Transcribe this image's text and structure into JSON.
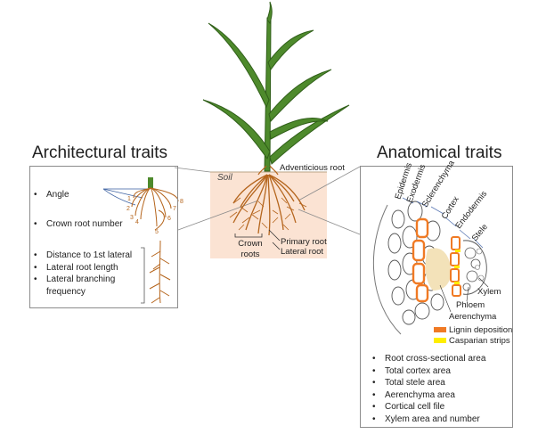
{
  "headings": {
    "architectural": "Architectural traits",
    "anatomical": "Anatomical traits"
  },
  "architectural_panel": {
    "angle": "Angle",
    "crown_root_number": "Crown root number",
    "lateral_traits": [
      "Distance to 1st lateral",
      "Lateral root length",
      "Lateral branching frequency"
    ],
    "root_numbers": [
      "1",
      "2",
      "3",
      "4",
      "5",
      "6",
      "7",
      "8"
    ]
  },
  "center": {
    "soil": "Soil",
    "adventicious_root": "Adventicious root",
    "crown_roots": "Crown roots",
    "primary_root": "Primary root",
    "lateral_root": "Lateral root"
  },
  "anatomical_panel": {
    "tissue_labels": {
      "epidermis": "Epidermis",
      "exodermis": "Exodermis",
      "sclerenchyma": "Sclerenchyma",
      "cortex": "Cortex",
      "endodermis": "Endodermis",
      "stele": "Stele",
      "xylem": "Xylem",
      "phloem": "Phloem",
      "aerenchyma": "Aerenchyma"
    },
    "legend": [
      {
        "label": "Lignin deposition",
        "color": "#f07a24"
      },
      {
        "label": "Casparian strips",
        "color": "#ffee00"
      }
    ],
    "traits": [
      "Root cross-sectional area",
      "Total cortex area",
      "Total stele area",
      "Aerenchyma area",
      "Cortical cell file",
      "Xylem area and number"
    ]
  },
  "colors": {
    "leaf": "#4e8a2c",
    "leaf_dark": "#2f5e18",
    "root": "#b5651d",
    "soil": "#fbe3d3",
    "lignin": "#f07a24",
    "casparian": "#ffee00",
    "aerenchyma": "#f3e2b9"
  }
}
